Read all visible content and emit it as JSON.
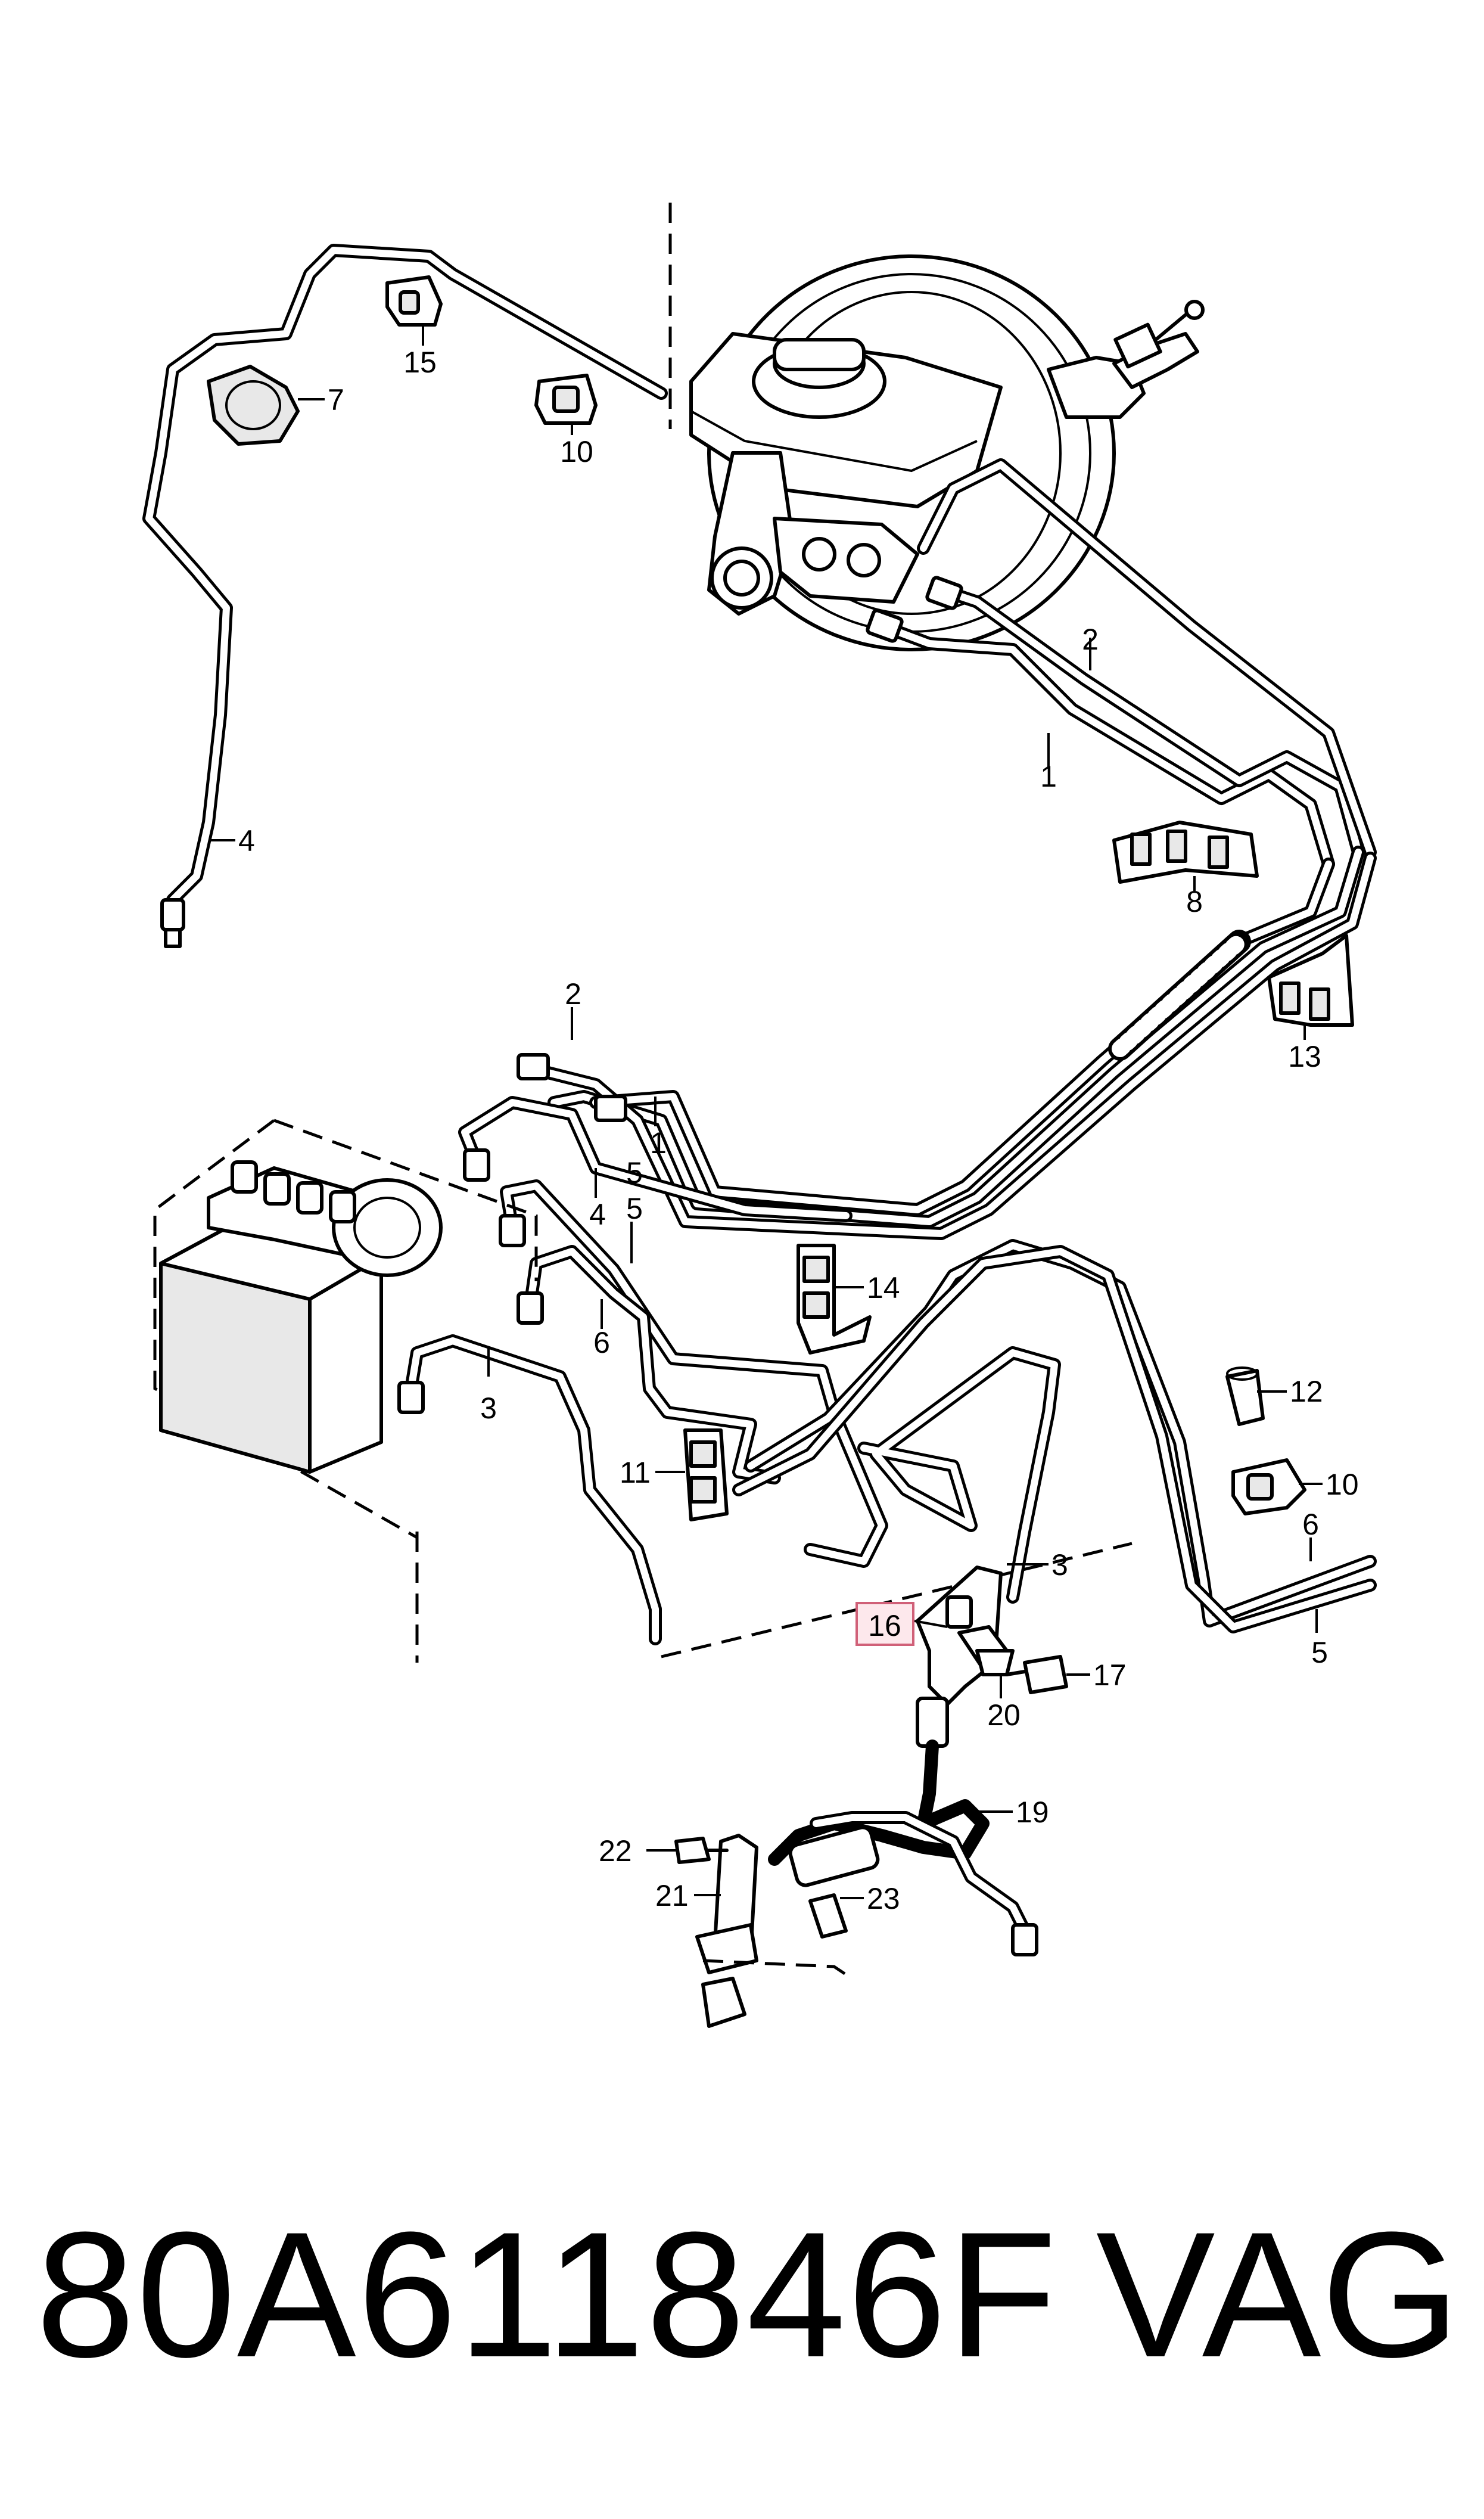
{
  "diagram": {
    "callouts": {
      "c1a": "1",
      "c1b": "1",
      "c2a": "2",
      "c2b": "2",
      "c3a": "3",
      "c3b": "3",
      "c4a": "4",
      "c4b": "4",
      "c5a": "5",
      "c5b": "5",
      "c5c": "5",
      "c6a": "6",
      "c6b": "6",
      "c7": "7",
      "c8": "8",
      "c10a": "10",
      "c10b": "10",
      "c11": "11",
      "c12": "12",
      "c13": "13",
      "c14": "14",
      "c15": "15",
      "c16": "16",
      "c17": "17",
      "c19": "19",
      "c20": "20",
      "c21": "21",
      "c22": "22",
      "c23": "23"
    },
    "highlight_color": "#d06078"
  },
  "footer": {
    "part_number": "80A611846F",
    "brand": "VAG"
  }
}
